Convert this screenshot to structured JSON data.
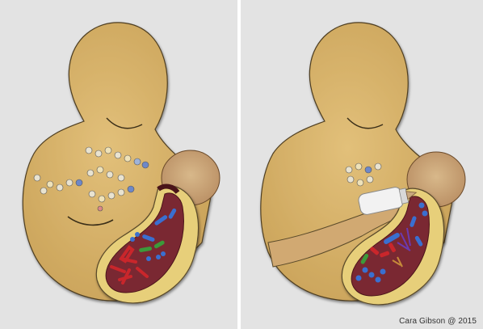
{
  "credit": "Cara Gibson @ 2015",
  "colors": {
    "background": "#e3e3e3",
    "skin": "#d9b46a",
    "skin_outline": "#5a4a2a",
    "gut_wall": "#e9d27a",
    "gut_lumen": "#7c2a34",
    "bacteria_blue": "#3a6fd0",
    "bacteria_red": "#c9262b",
    "bacteria_green": "#3c9a3a",
    "bacteria_purple": "#6a3ab0",
    "infant_skin": "#caa276",
    "bottle": "#f2f2f2"
  },
  "panels": [
    {
      "id": "breastfeeding",
      "shows_milk_oligosaccharides": true,
      "shows_bottle": false
    },
    {
      "id": "formula-feeding",
      "shows_milk_oligosaccharides": true,
      "shows_bottle": true
    }
  ]
}
